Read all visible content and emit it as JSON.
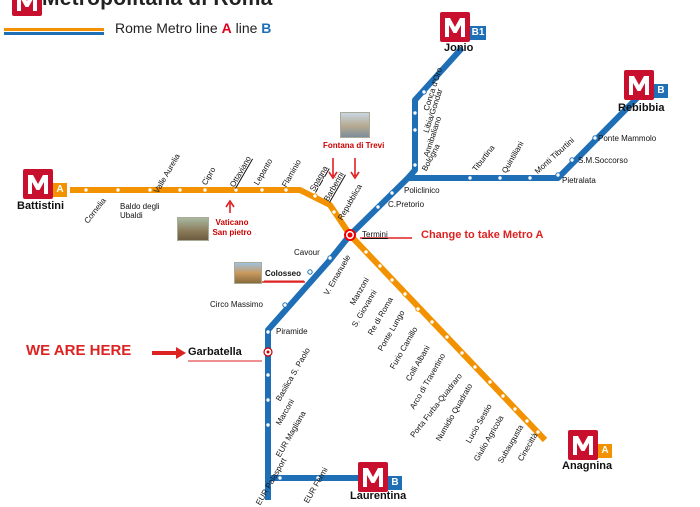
{
  "title": "Metropolitana di Roma",
  "legend": {
    "text": "Rome Metro  line ",
    "a": "A",
    "mid": "  line ",
    "b": "B"
  },
  "colors": {
    "line_a": "#f39200",
    "line_b": "#1f6fb6",
    "logo": "#c8102e",
    "highlight": "#d22222"
  },
  "terminals": {
    "jonio": {
      "name": "Jonio",
      "badge": "B1"
    },
    "rebibbia": {
      "name": "Rebibbia",
      "badge": "B"
    },
    "battistini": {
      "name": "Battistini",
      "badge": "A"
    },
    "anagnina": {
      "name": "Anagnina",
      "badge": "A"
    },
    "laurentina": {
      "name": "Laurentina",
      "badge": "B"
    }
  },
  "stations": {
    "cornelia": "Cornelia",
    "baldo": "Baldo degli Ubaldi",
    "valle_aurelia": "Valle Aurelia",
    "cipro": "Cipro",
    "ottaviano": "Ottaviano",
    "lepanto": "Lepanto",
    "flaminio": "Flaminio",
    "spagna": "Spagna",
    "barberini": "Barberini",
    "repubblica": "Repubblica",
    "termini": "Termini",
    "v_emanuele": "V. Emanuele",
    "manzoni": "Manzoni",
    "s_giovanni": "S. Giovanni",
    "re_di_roma": "Re di Roma",
    "ponte_lungo": "Ponte Lungo",
    "furio_camillo": "Furio Camillo",
    "colli_albani": "Colli Albani",
    "arco_travertino": "Arco di Travertino",
    "porta_furba": "Porta Furba-Quadraro",
    "numidio": "Numidio Quadrato",
    "lucio_sestio": "Lucio Sestio",
    "giulio_agricola": "Giulio Agricola",
    "subaugusta": "Subaugusta",
    "cinecitta": "Cinecittà",
    "conca_oro": "Conca d'Oro",
    "libia": "Libia/Gondar",
    "annibaliano": "Annibaliano",
    "bologna": "Bologna",
    "tiburtina": "Tiburtina",
    "quintiliani": "Quintiliani",
    "monti_tiburtini": "Monti Tiburtini",
    "pietralata": "Pietralata",
    "sm_soccorso": "S.M.Soccorso",
    "ponte_mammolo": "Ponte Mammolo",
    "policlinico": "Policlinico",
    "c_pretorio": "C.Pretorio",
    "cavour": "Cavour",
    "colosseo": "Colosseo",
    "circo_massimo": "Circo Massimo",
    "piramide": "Piramide",
    "garbatella": "Garbatella",
    "basilica": "Basilica S. Paolo",
    "marconi": "Marconi",
    "eur_magliana": "EUR Magliana",
    "eur_palasport": "EUR Palasport",
    "eur_fermi": "EUR Fermi"
  },
  "notes": {
    "vaticano": "Vaticano\nSan pietro",
    "trevi": "Fontana di Trevi",
    "change": "Change to take Metro A",
    "here": "WE ARE HERE"
  }
}
